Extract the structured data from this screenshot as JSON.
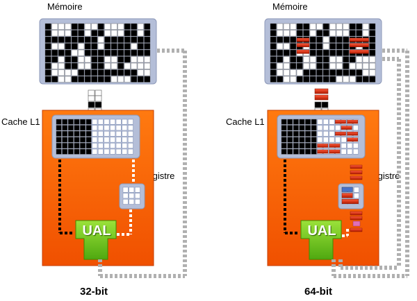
{
  "panels": [
    {
      "id": "32bit",
      "memory_label": "Mémoire",
      "cache_label": "Cache L1",
      "register_label": "Registre",
      "alu_label": "UAL",
      "caption": "32-bit"
    },
    {
      "id": "64bit",
      "memory_label": "Mémoire",
      "cache_label": "Cache L1",
      "register_label": "Registre",
      "alu_label": "UAL",
      "caption": "64-bit"
    }
  ],
  "colors": {
    "cpu_orange": "#ff6a00",
    "cpu_orange_dark": "#e84a00",
    "memory_frame": "#b4bed8",
    "memory_frame_dark": "#8c98b8",
    "cell_black": "#000000",
    "cell_white": "#ffffff",
    "cell_red": "#d62a10",
    "cell_blue": "#4a72c8",
    "cell_pink": "#e070b8",
    "alu_green": "#6cc61a",
    "bus_gray": "#b0b0b0"
  }
}
